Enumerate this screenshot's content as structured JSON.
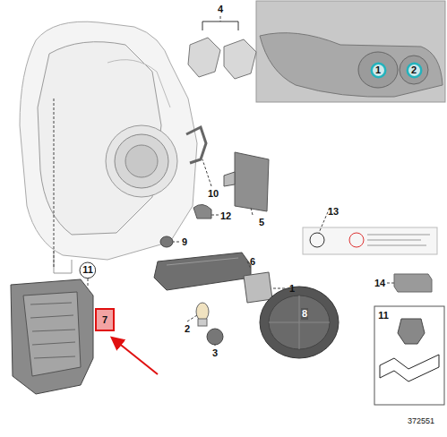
{
  "diagram": {
    "nodes": [
      {
        "text": [
          "7"
        ]
      },
      {
        "text": [
          "11"
        ]
      },
      {
        "text": [
          "1"
        ]
      },
      {
        "text": [
          "2"
        ]
      }
    ],
    "labels": [
      "4",
      "5",
      "10",
      "12",
      "9",
      "6",
      "1",
      "13",
      "14",
      "2",
      "3",
      "8",
      "11",
      "372551"
    ]
  }
}
